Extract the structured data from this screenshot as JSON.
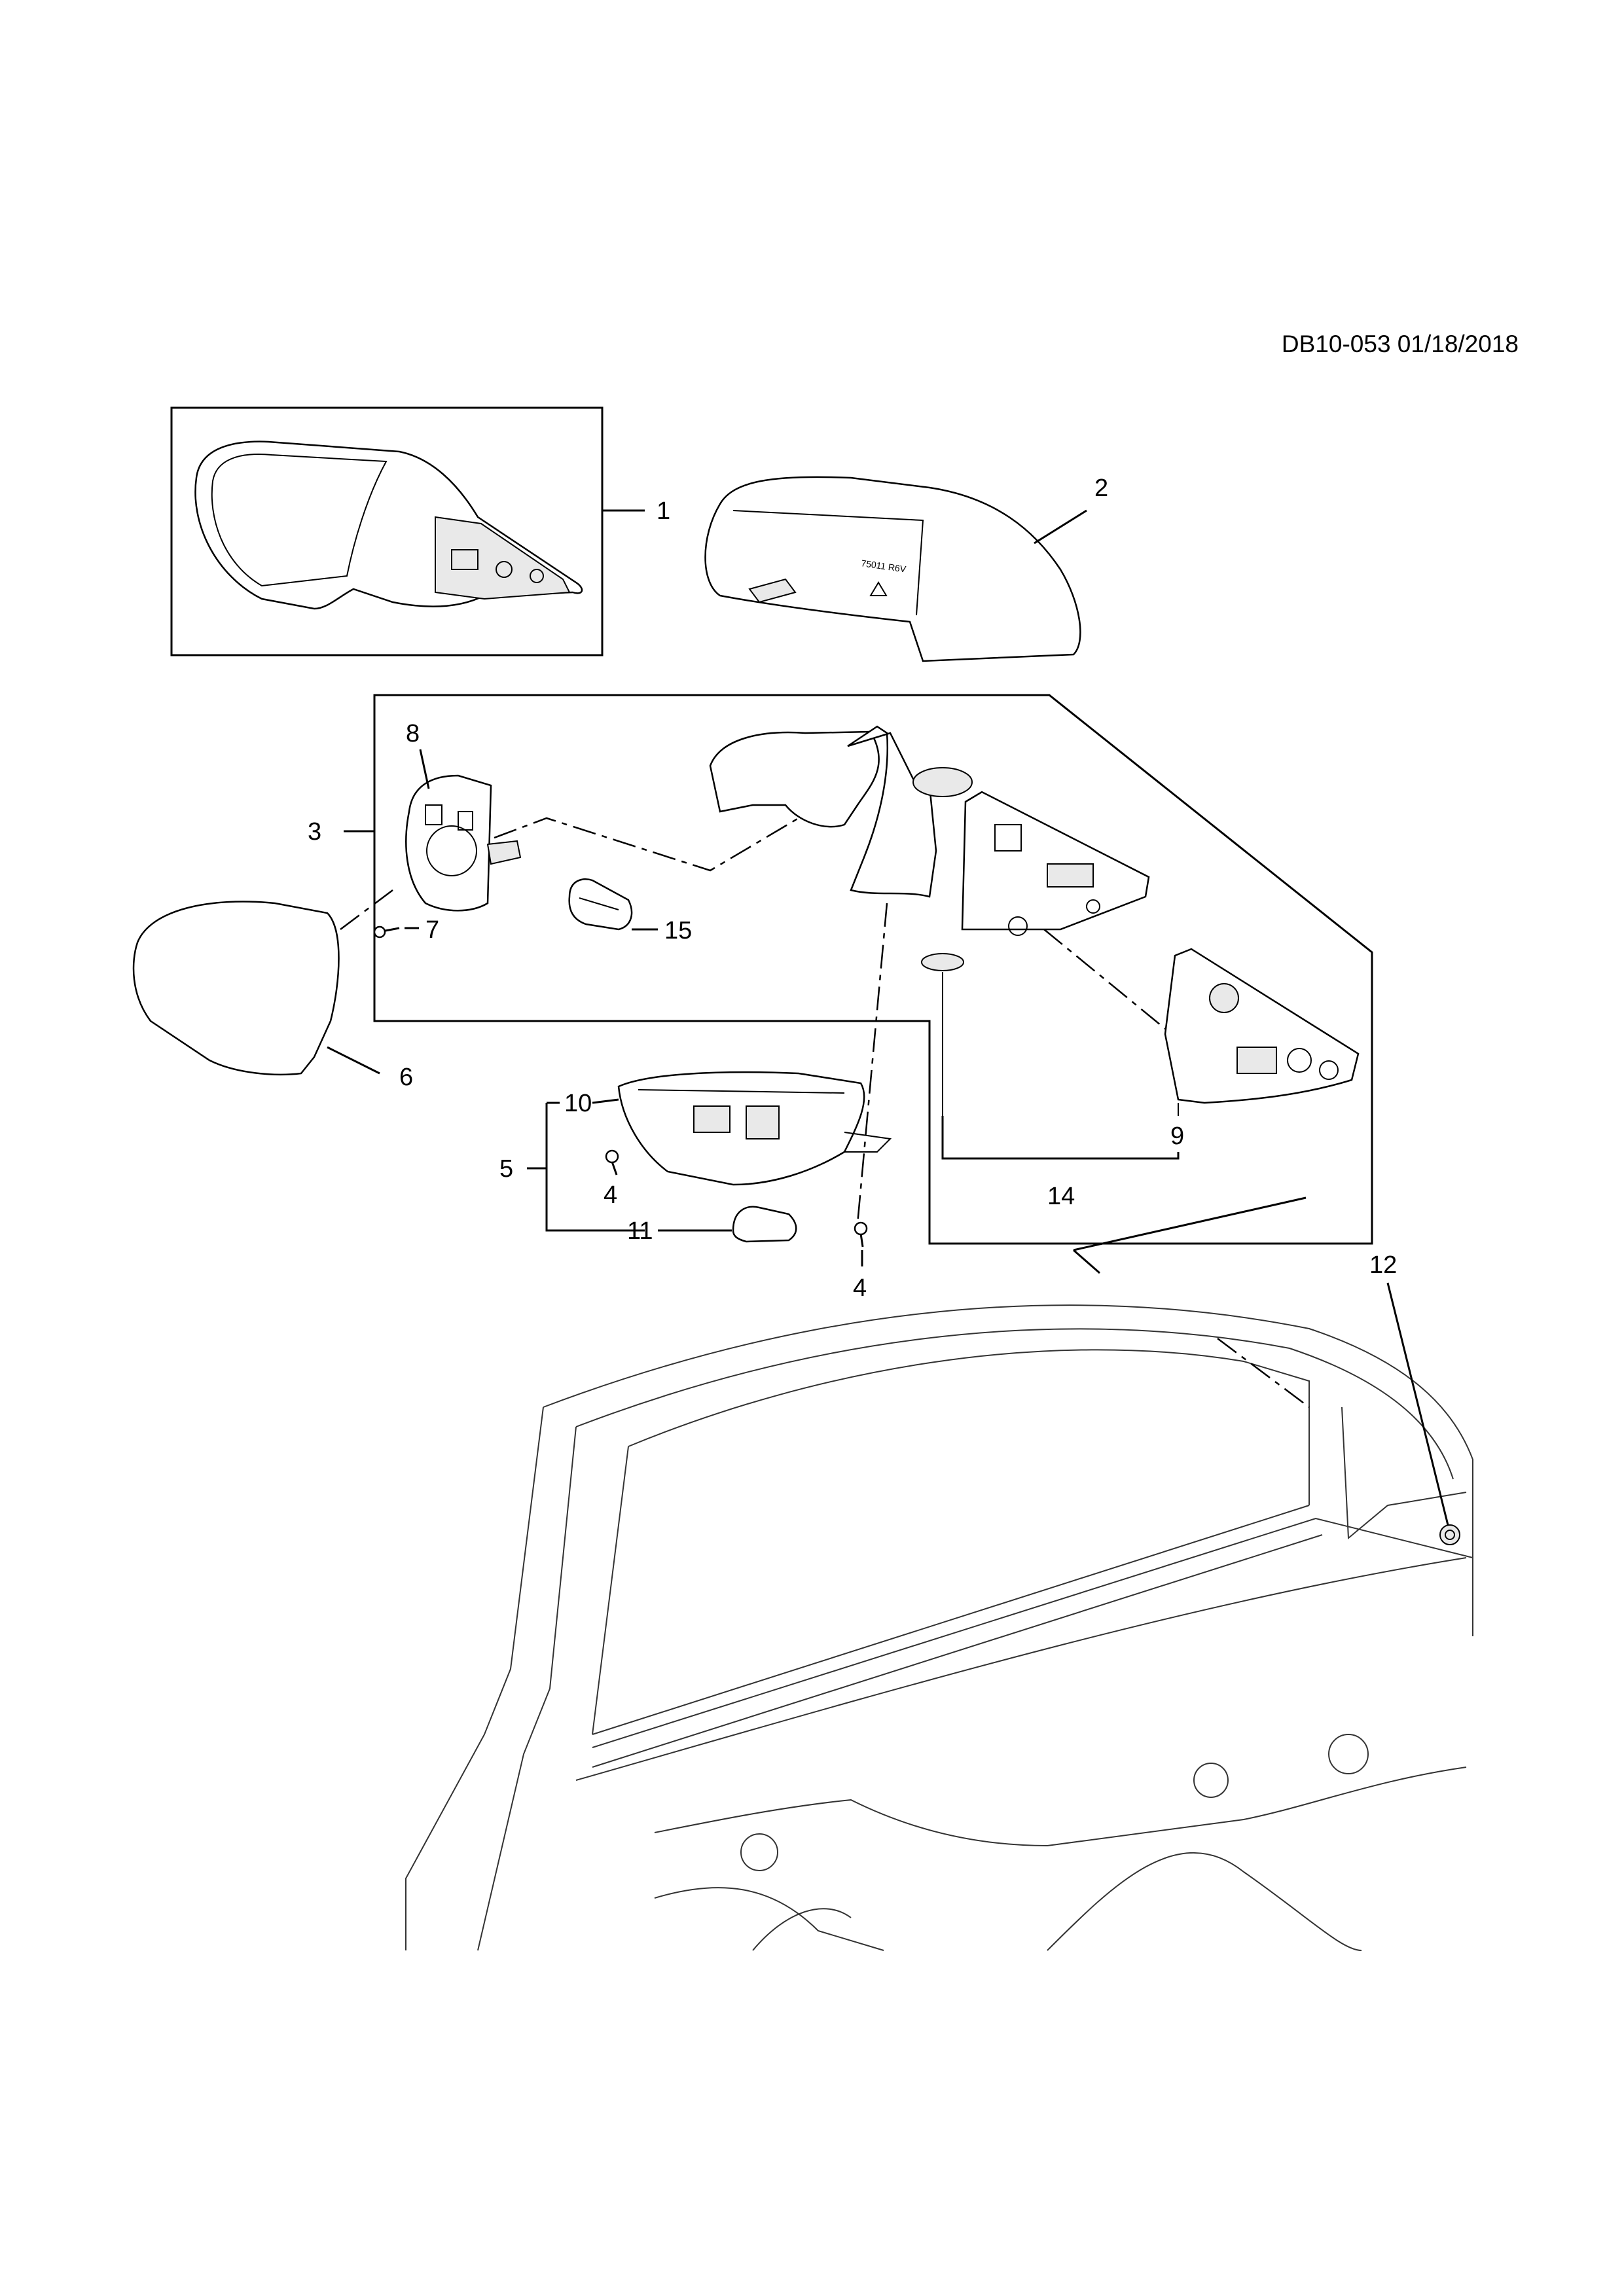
{
  "reference_code": "DB10-053 01/18/2018",
  "callouts": {
    "c1": "1",
    "c2": "2",
    "c3": "3",
    "c4a": "4",
    "c4b": "4",
    "c5": "5",
    "c6": "6",
    "c7": "7",
    "c8": "8",
    "c9": "9",
    "c10": "10",
    "c11": "11",
    "c12": "12",
    "c14": "14",
    "c15": "15"
  }
}
